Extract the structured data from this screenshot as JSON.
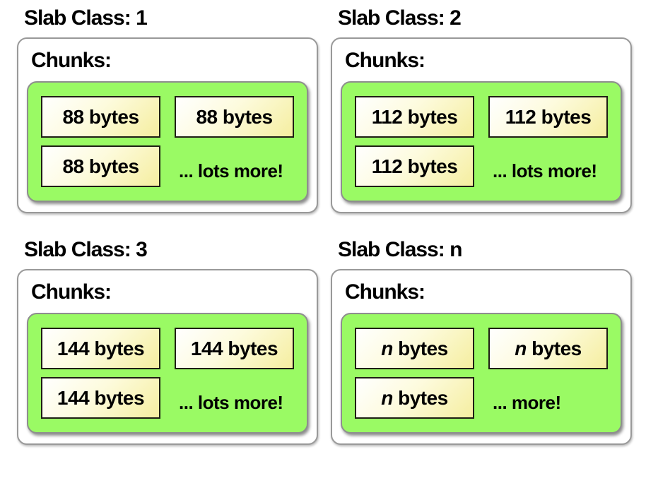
{
  "colors": {
    "text": "#000000",
    "panel_border": "#999999",
    "green_fill": "#9afa64",
    "green_border": "#8e8e8e",
    "chunk_border": "#1f1f14",
    "chunk_fill": "#f5eea0"
  },
  "panels": [
    {
      "title": "Slab Class: 1",
      "chunks_label": "Chunks:",
      "chunks": [
        {
          "value": "88",
          "unit": " bytes",
          "italic": "false"
        },
        {
          "value": "88",
          "unit": " bytes",
          "italic": "false"
        },
        {
          "value": "88",
          "unit": " bytes",
          "italic": "false"
        }
      ],
      "more_label": "... lots more!"
    },
    {
      "title": "Slab Class: 2",
      "chunks_label": "Chunks:",
      "chunks": [
        {
          "value": "112",
          "unit": " bytes",
          "italic": "false"
        },
        {
          "value": "112",
          "unit": " bytes",
          "italic": "false"
        },
        {
          "value": "112",
          "unit": " bytes",
          "italic": "false"
        }
      ],
      "more_label": "... lots more!"
    },
    {
      "title": "Slab Class: 3",
      "chunks_label": "Chunks:",
      "chunks": [
        {
          "value": "144",
          "unit": " bytes",
          "italic": "false"
        },
        {
          "value": "144",
          "unit": " bytes",
          "italic": "false"
        },
        {
          "value": "144",
          "unit": " bytes",
          "italic": "false"
        }
      ],
      "more_label": "... lots more!"
    },
    {
      "title": "Slab Class: n",
      "chunks_label": "Chunks:",
      "chunks": [
        {
          "value": "n",
          "unit": " bytes",
          "italic": "true"
        },
        {
          "value": "n",
          "unit": " bytes",
          "italic": "true"
        },
        {
          "value": "n",
          "unit": " bytes",
          "italic": "true"
        }
      ],
      "more_label": "... more!"
    }
  ]
}
